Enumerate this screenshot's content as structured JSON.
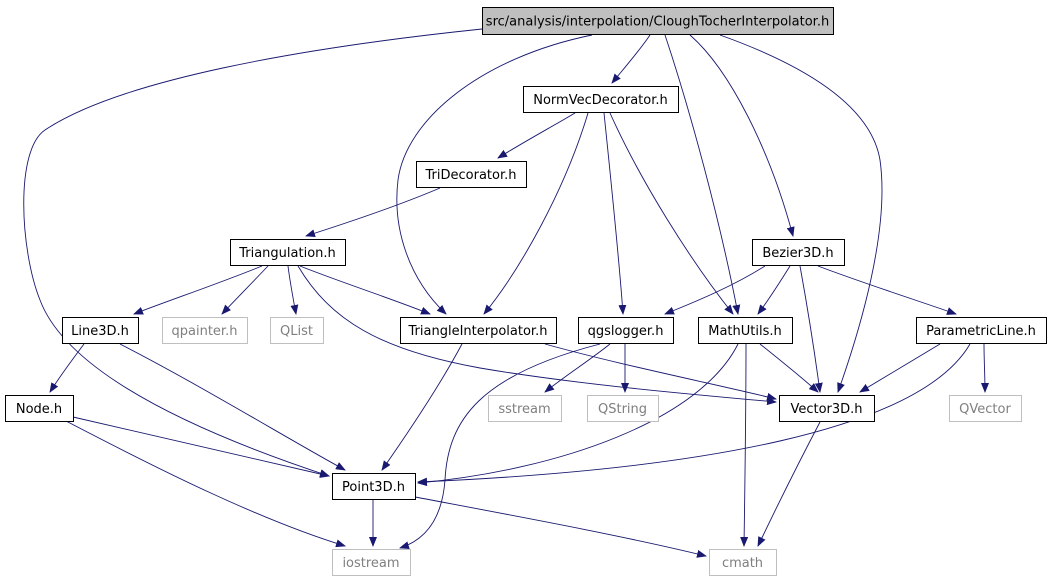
{
  "graph": {
    "colors": {
      "edge": "#191970",
      "node_border": "#000000",
      "external_border": "#bfbfbf",
      "external_text": "#7f7f7f",
      "root_fill": "#bfbfbf",
      "node_fill": "#ffffff",
      "text": "#000000"
    },
    "nodes": [
      {
        "id": "root",
        "label": "src/analysis/interpolation/CloughTocherInterpolator.h",
        "kind": "root"
      },
      {
        "id": "normvec",
        "label": "NormVecDecorator.h",
        "kind": "file"
      },
      {
        "id": "tridec",
        "label": "TriDecorator.h",
        "kind": "file"
      },
      {
        "id": "triangulation",
        "label": "Triangulation.h",
        "kind": "file"
      },
      {
        "id": "bezier3d",
        "label": "Bezier3D.h",
        "kind": "file"
      },
      {
        "id": "line3d",
        "label": "Line3D.h",
        "kind": "file"
      },
      {
        "id": "qpainter",
        "label": "qpainter.h",
        "kind": "external"
      },
      {
        "id": "qlist",
        "label": "QList",
        "kind": "external"
      },
      {
        "id": "triinterp",
        "label": "TriangleInterpolator.h",
        "kind": "file"
      },
      {
        "id": "qgslogger",
        "label": "qgslogger.h",
        "kind": "file"
      },
      {
        "id": "mathutils",
        "label": "MathUtils.h",
        "kind": "file"
      },
      {
        "id": "paramline",
        "label": "ParametricLine.h",
        "kind": "file"
      },
      {
        "id": "node",
        "label": "Node.h",
        "kind": "file"
      },
      {
        "id": "sstream",
        "label": "sstream",
        "kind": "external"
      },
      {
        "id": "qstring",
        "label": "QString",
        "kind": "external"
      },
      {
        "id": "vector3d",
        "label": "Vector3D.h",
        "kind": "file"
      },
      {
        "id": "qvector",
        "label": "QVector",
        "kind": "external"
      },
      {
        "id": "point3d",
        "label": "Point3D.h",
        "kind": "file"
      },
      {
        "id": "iostream",
        "label": "iostream",
        "kind": "external"
      },
      {
        "id": "cmath",
        "label": "cmath",
        "kind": "external"
      }
    ],
    "edges": [
      {
        "from": "root",
        "to": "normvec"
      },
      {
        "from": "root",
        "to": "triinterp"
      },
      {
        "from": "root",
        "to": "point3d"
      },
      {
        "from": "root",
        "to": "mathutils"
      },
      {
        "from": "root",
        "to": "bezier3d"
      },
      {
        "from": "root",
        "to": "vector3d"
      },
      {
        "from": "normvec",
        "to": "tridec"
      },
      {
        "from": "normvec",
        "to": "triinterp"
      },
      {
        "from": "normvec",
        "to": "qgslogger"
      },
      {
        "from": "normvec",
        "to": "mathutils"
      },
      {
        "from": "tridec",
        "to": "triangulation"
      },
      {
        "from": "triangulation",
        "to": "line3d"
      },
      {
        "from": "triangulation",
        "to": "qpainter"
      },
      {
        "from": "triangulation",
        "to": "qlist"
      },
      {
        "from": "triangulation",
        "to": "triinterp"
      },
      {
        "from": "triangulation",
        "to": "vector3d"
      },
      {
        "from": "bezier3d",
        "to": "qgslogger"
      },
      {
        "from": "bezier3d",
        "to": "mathutils"
      },
      {
        "from": "bezier3d",
        "to": "vector3d"
      },
      {
        "from": "bezier3d",
        "to": "paramline"
      },
      {
        "from": "line3d",
        "to": "node"
      },
      {
        "from": "line3d",
        "to": "point3d"
      },
      {
        "from": "triinterp",
        "to": "point3d"
      },
      {
        "from": "triinterp",
        "to": "vector3d"
      },
      {
        "from": "qgslogger",
        "to": "sstream"
      },
      {
        "from": "qgslogger",
        "to": "qstring"
      },
      {
        "from": "qgslogger",
        "to": "iostream"
      },
      {
        "from": "mathutils",
        "to": "point3d"
      },
      {
        "from": "mathutils",
        "to": "vector3d"
      },
      {
        "from": "mathutils",
        "to": "cmath"
      },
      {
        "from": "paramline",
        "to": "vector3d"
      },
      {
        "from": "paramline",
        "to": "qvector"
      },
      {
        "from": "paramline",
        "to": "point3d"
      },
      {
        "from": "node",
        "to": "point3d"
      },
      {
        "from": "node",
        "to": "iostream"
      },
      {
        "from": "point3d",
        "to": "iostream"
      },
      {
        "from": "point3d",
        "to": "cmath"
      },
      {
        "from": "vector3d",
        "to": "cmath"
      }
    ]
  }
}
